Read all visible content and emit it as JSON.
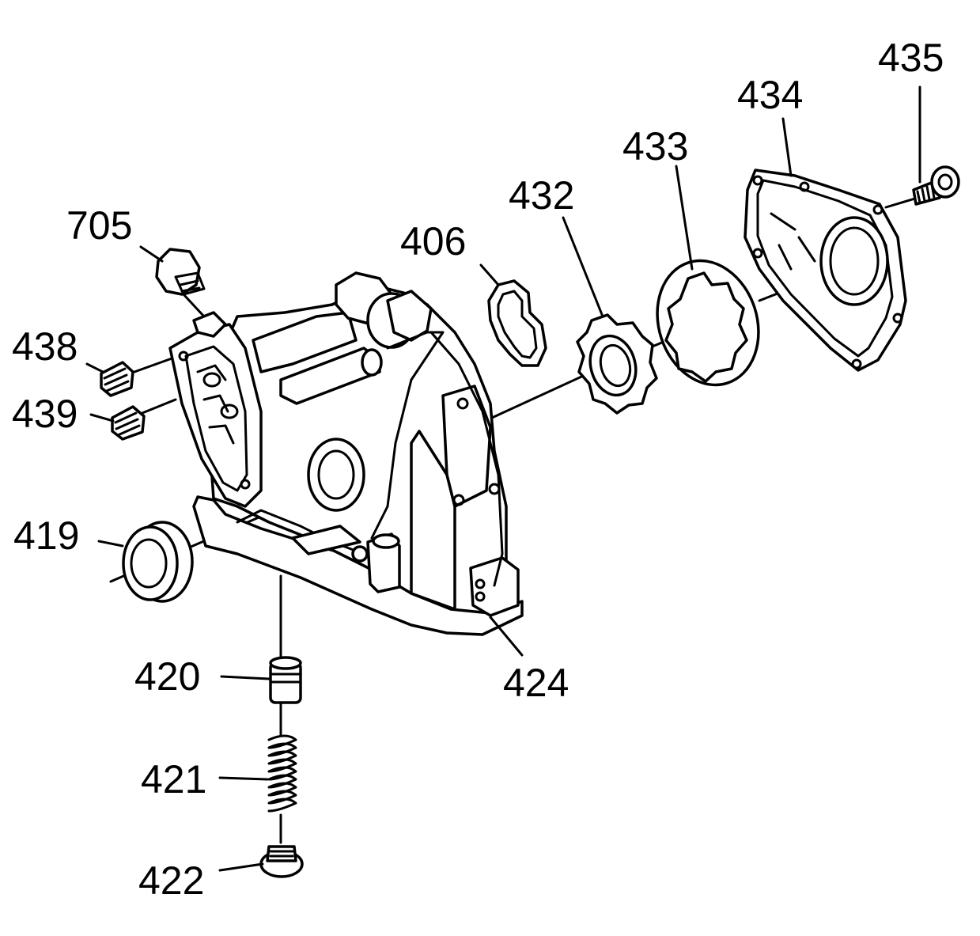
{
  "diagram": {
    "callouts": [
      {
        "id": "435",
        "text": "435"
      },
      {
        "id": "434",
        "text": "434"
      },
      {
        "id": "433",
        "text": "433"
      },
      {
        "id": "432",
        "text": "432"
      },
      {
        "id": "406",
        "text": "406"
      },
      {
        "id": "705",
        "text": "705"
      },
      {
        "id": "438",
        "text": "438"
      },
      {
        "id": "439",
        "text": "439"
      },
      {
        "id": "419",
        "text": "419"
      },
      {
        "id": "420",
        "text": "420"
      },
      {
        "id": "424",
        "text": "424"
      },
      {
        "id": "421",
        "text": "421"
      },
      {
        "id": "422",
        "text": "422"
      }
    ]
  }
}
